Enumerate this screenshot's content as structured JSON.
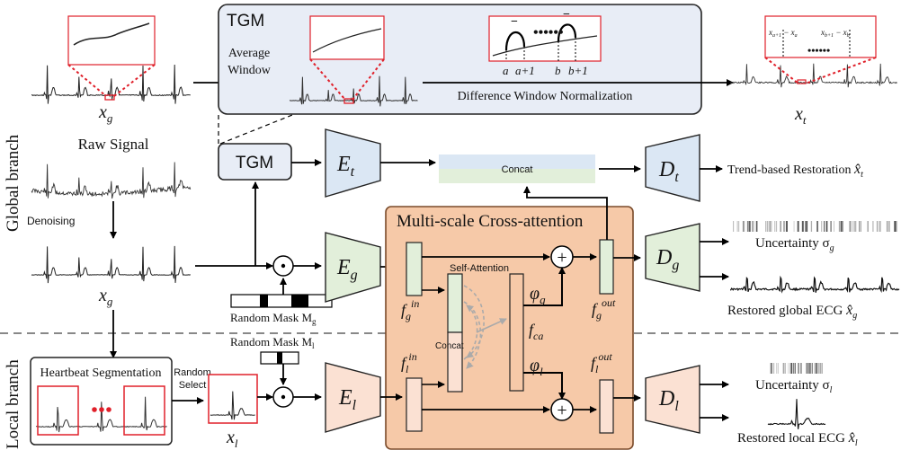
{
  "colors": {
    "tgm_box": "#e8edf6",
    "encoder_t": "#dbe7f4",
    "encoder_g": "#e2efda",
    "encoder_l": "#fbe1d3",
    "mca_box": "#f6c9a8",
    "mca_border": "#7a4a2a",
    "accent_red": "#e0202a",
    "concat_top": "#dbe7f4",
    "concat_bottom": "#e2efda",
    "separator": "#888888"
  },
  "branches": {
    "global": "Global branch",
    "local": "Local branch"
  },
  "inputs": {
    "xg_top": "x",
    "xg_top_sub": "g",
    "raw_signal": "Raw Signal",
    "denoising": "Denoising",
    "xg_mid": "x",
    "xg_mid_sub": "g"
  },
  "tgm_panel": {
    "title": "TGM",
    "average_window_line1": "Average",
    "average_window_line2": "Window",
    "diff_window_norm": "Difference Window Normalization",
    "tick_a": "a",
    "tick_a1": "a+1",
    "tick_b": "b",
    "tick_b1": "b+1",
    "minus_a": "−",
    "minus_b": "−"
  },
  "output_trend": {
    "xt": "x",
    "xt_sub": "t",
    "label_left": "x",
    "label_left_sub": "a+1",
    "label_left_rest": " − x",
    "label_left_sub2": "a",
    "label_right": "x",
    "label_right_sub": "b+1",
    "label_right_rest": " − x",
    "label_right_sub2": "b"
  },
  "modules": {
    "tgm_small": "TGM",
    "encoder_t": "E",
    "encoder_t_sub": "t",
    "encoder_g": "E",
    "encoder_g_sub": "g",
    "encoder_l": "E",
    "encoder_l_sub": "l",
    "decoder_t": "D",
    "decoder_t_sub": "t",
    "decoder_g": "D",
    "decoder_g_sub": "g",
    "decoder_l": "D",
    "decoder_l_sub": "l",
    "concat_top": "Concat",
    "odot": "⊙",
    "oplus": "+"
  },
  "masks": {
    "global": "Random Mask M",
    "global_sub": "g",
    "local": "Random Mask M",
    "local_sub": "l"
  },
  "mca": {
    "title": "Multi-scale Cross-attention",
    "self_attention": "Self-Attention",
    "concat": "Concat",
    "f_g_in": "f",
    "f_g_in_sub": "g",
    "f_g_in_sup": "in",
    "f_l_in": "f",
    "f_l_in_sub": "l",
    "f_l_in_sup": "in",
    "f_ca": "f",
    "f_ca_sub": "ca",
    "phi_g": "φ",
    "phi_g_sub": "g",
    "phi_l": "φ",
    "phi_l_sub": "l",
    "f_g_out": "f",
    "f_g_out_sub": "g",
    "f_g_out_sup": "out",
    "f_l_out": "f",
    "f_l_out_sub": "l",
    "f_l_out_sup": "out"
  },
  "local_branch": {
    "heartbeat_segmentation": "Heartbeat Segmentation",
    "random_select_1": "Random",
    "random_select_2": "Select",
    "xl": "x",
    "xl_sub": "l"
  },
  "outputs": {
    "trend": "Trend-based Restoration ",
    "trend_sym": "x̂",
    "trend_sub": "t",
    "uncert_g": "Uncertainty σ",
    "uncert_g_sub": "g",
    "restored_g": "Restored global ECG ",
    "restored_g_sym": "x̂",
    "restored_g_sub": "g",
    "uncert_l": "Uncertainty σ",
    "uncert_l_sub": "l",
    "restored_l": "Restored local ECG ",
    "restored_l_sym": "x̂",
    "restored_l_sub": "l"
  }
}
